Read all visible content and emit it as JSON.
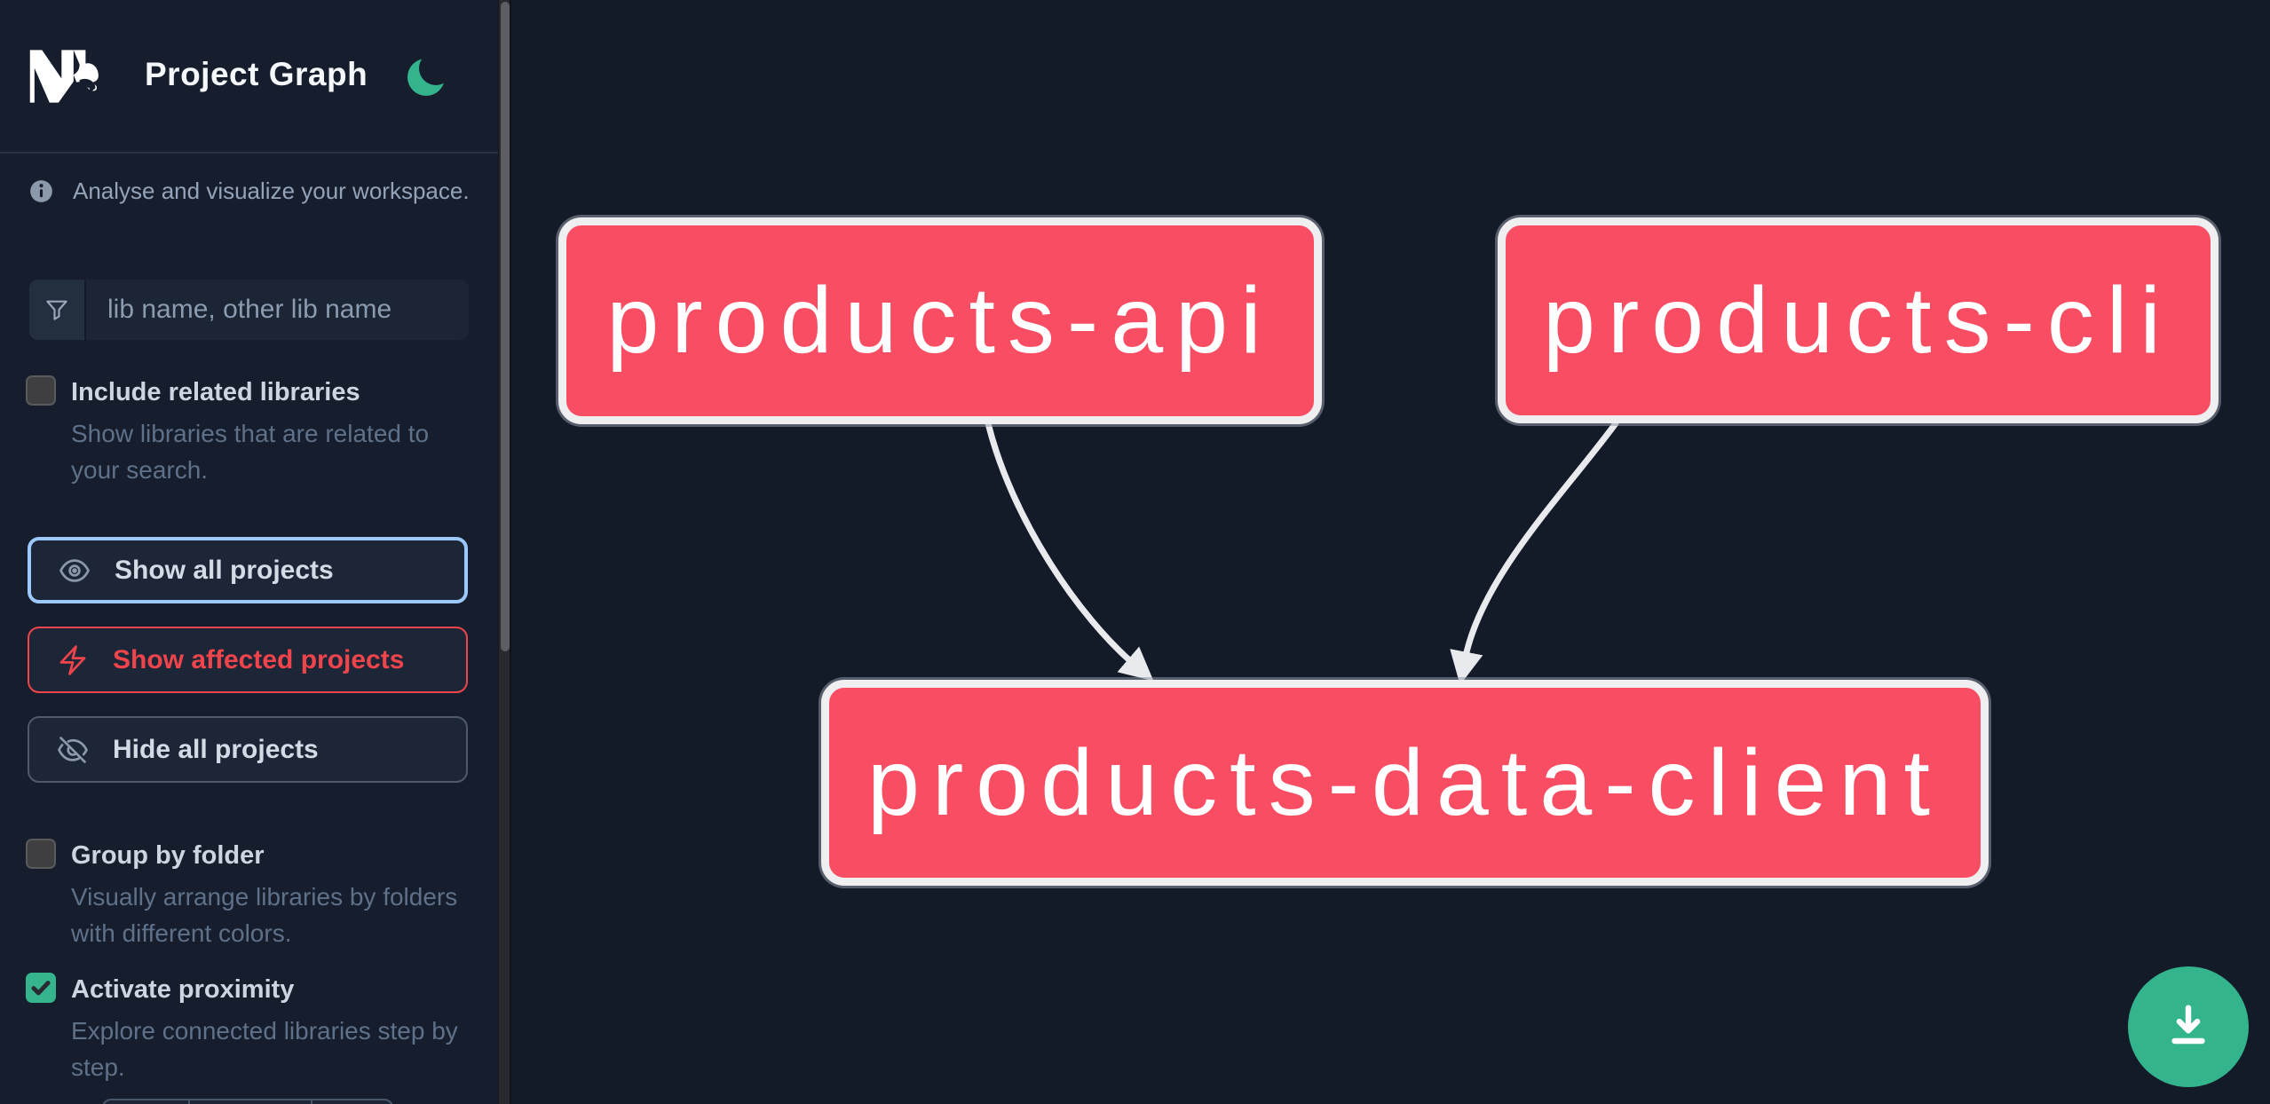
{
  "header": {
    "app_name": "Nx",
    "title": "Project Graph",
    "theme_icon": "moon"
  },
  "sidebar": {
    "tagline": "Analyse and visualize your workspace.",
    "search_placeholder": "lib name, other lib name",
    "checkboxes": [
      {
        "label": "Include related libraries",
        "description": "Show libraries that are related to your search.",
        "checked": false
      },
      {
        "label": "Group by folder",
        "description": "Visually arrange libraries by folders with different colors.",
        "checked": false
      },
      {
        "label": "Activate proximity",
        "description": "Explore connected libraries step by step.",
        "checked": true
      }
    ],
    "buttons": [
      {
        "label": "Show all projects",
        "icon": "eye-icon",
        "accent": "#9cc8fb"
      },
      {
        "label": "Show affected projects",
        "icon": "bolt-icon",
        "accent": "#ef444c"
      },
      {
        "label": "Hide all projects",
        "icon": "eye-slash-icon",
        "accent": "#4e5a6b"
      }
    ]
  },
  "graph": {
    "nodes": [
      {
        "name": "products-api"
      },
      {
        "name": "products-cli"
      },
      {
        "name": "products-data-client"
      }
    ],
    "edges": [
      {
        "from": "products-api",
        "to": "products-data-client"
      },
      {
        "from": "products-cli",
        "to": "products-data-client"
      }
    ],
    "node_color": "#f94d64",
    "node_border_color": "#efeff1",
    "node_text_color": "#ffffff",
    "edge_color": "#e8eaed"
  },
  "fab": {
    "icon": "download-icon",
    "color": "#34b48d"
  },
  "colors": {
    "sidebar_bg": "#161e2e",
    "canvas_bg": "#131b29",
    "accent_green": "#34b48d",
    "accent_blue": "#9cc8fb",
    "accent_red": "#ef444c",
    "label_text": "#ccd6e2",
    "muted_text": "#5f7089",
    "info_text": "#94a3b8"
  }
}
